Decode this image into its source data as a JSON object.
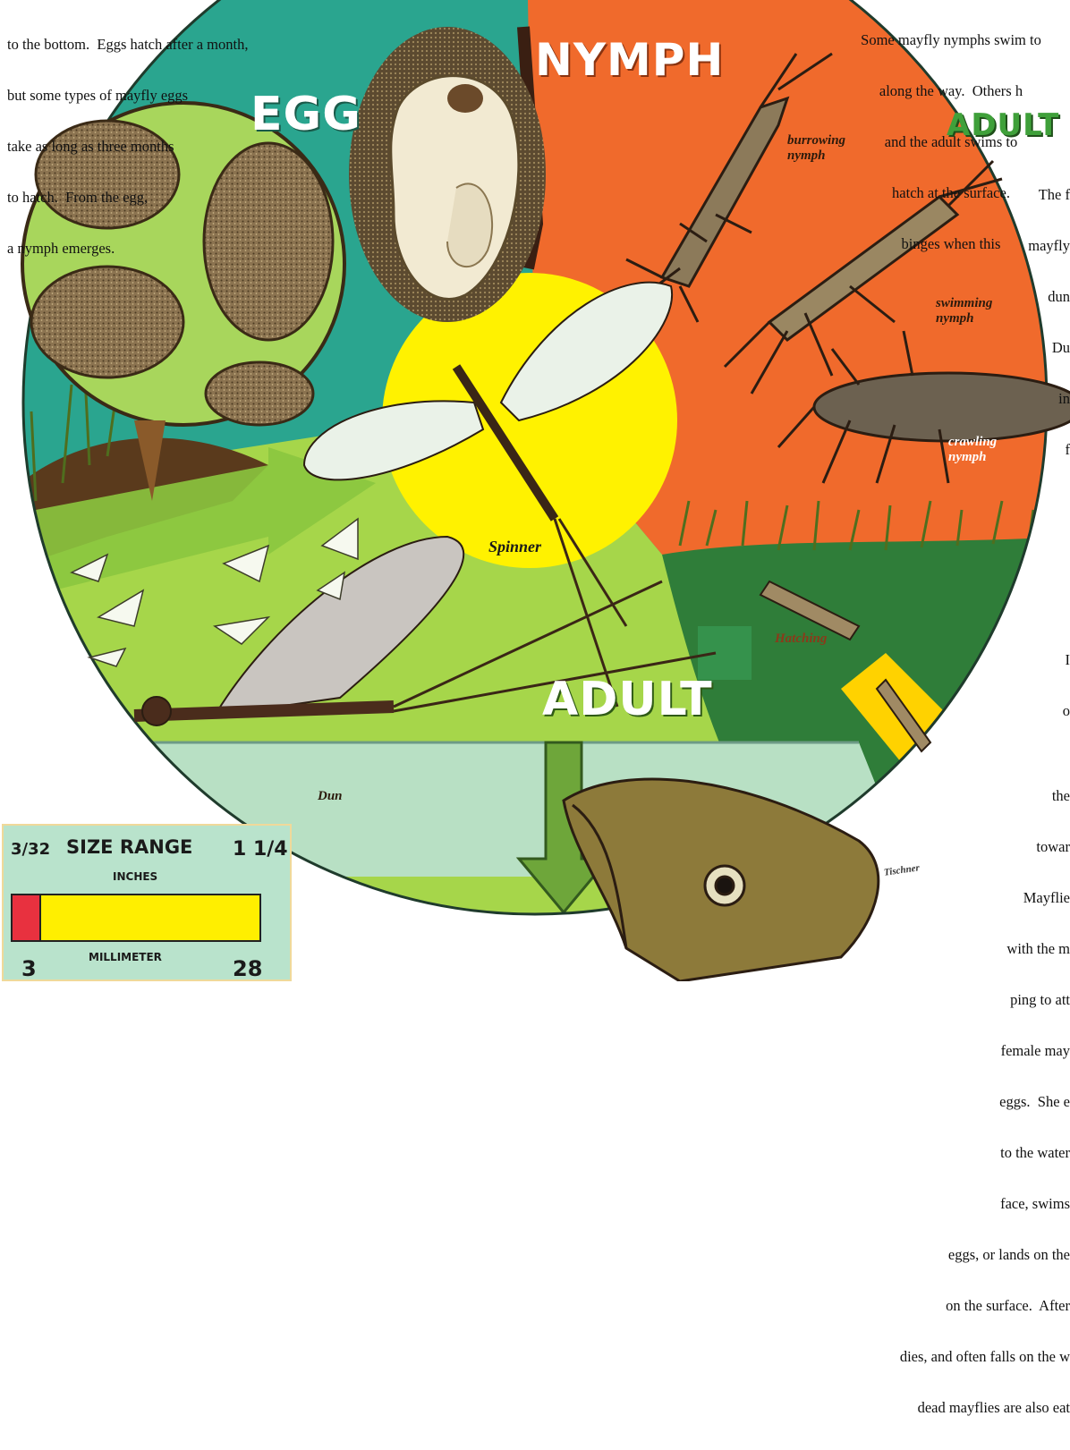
{
  "intro_text": {
    "lines": [
      "to the bottom.  Eggs hatch after a month,",
      "but some types of mayfly eggs",
      "take as long as three months",
      "to hatch.  From the egg,",
      "a nymph emerges."
    ]
  },
  "right_text_top": {
    "lines": [
      "Some mayfly nymphs swim to",
      "along the way.  Others h",
      "and the adult swims to",
      "hatch at the surface.",
      "binges when this"
    ]
  },
  "adult_heading_right": "ADULT",
  "right_text_mid": {
    "lines": [
      "The f",
      "mayfly",
      "dun",
      "Du",
      "in",
      "f"
    ]
  },
  "right_text_bottom": {
    "lines": [
      "I",
      "o",
      "",
      "the",
      "towar",
      "Mayflie",
      "with the m",
      "ping to att",
      "female may",
      "eggs.  She e",
      "to the water",
      "face, swims",
      "eggs, or lands on the",
      "on the surface.  After",
      "dies, and often falls on the w",
      "dead mayflies are also eat"
    ]
  },
  "stages": {
    "egg": "EGG",
    "nymph": "NYMPH",
    "adult": "ADULT"
  },
  "captions": {
    "burrowing": [
      "burrowing",
      "nymph"
    ],
    "swimming": [
      "swimming",
      "nymph"
    ],
    "crawling": [
      "crawling",
      "nymph"
    ],
    "hatching": "Hatching",
    "spinner": "Spinner",
    "dun": "Dun"
  },
  "signature": "Tischner",
  "size_range": {
    "title": "SIZE RANGE",
    "inches_label": "INCHES",
    "millimeter_label": "MILLIMETER",
    "inch_min": "3/32",
    "inch_max": "1 1/4",
    "mm_min": "3",
    "mm_max": "28",
    "min_fraction": 0.107,
    "colors": {
      "min": "#e8313f",
      "range": "#ffef00"
    }
  },
  "colors": {
    "egg_section": "#2aa58f",
    "nymph_section": "#f06a2c",
    "adult_section": "#a6d64a",
    "water": "#b8e0c4",
    "spinner_glow": "#fff200"
  }
}
